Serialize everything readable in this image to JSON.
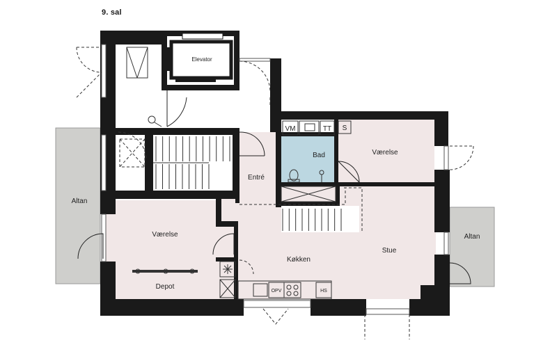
{
  "title": "9. sal",
  "labels": {
    "elevator": "Elevator",
    "vm": "VM",
    "tt": "TT",
    "s": "S",
    "bad": "Bad",
    "vaerelse_top": "Værelse",
    "entre": "Entré",
    "altan_left": "Altan",
    "altan_right": "Altan",
    "vaerelse_left": "Værelse",
    "kokken": "Køkken",
    "stue": "Stue",
    "depot": "Depot",
    "opv": "OPV",
    "hs": "HS"
  }
}
